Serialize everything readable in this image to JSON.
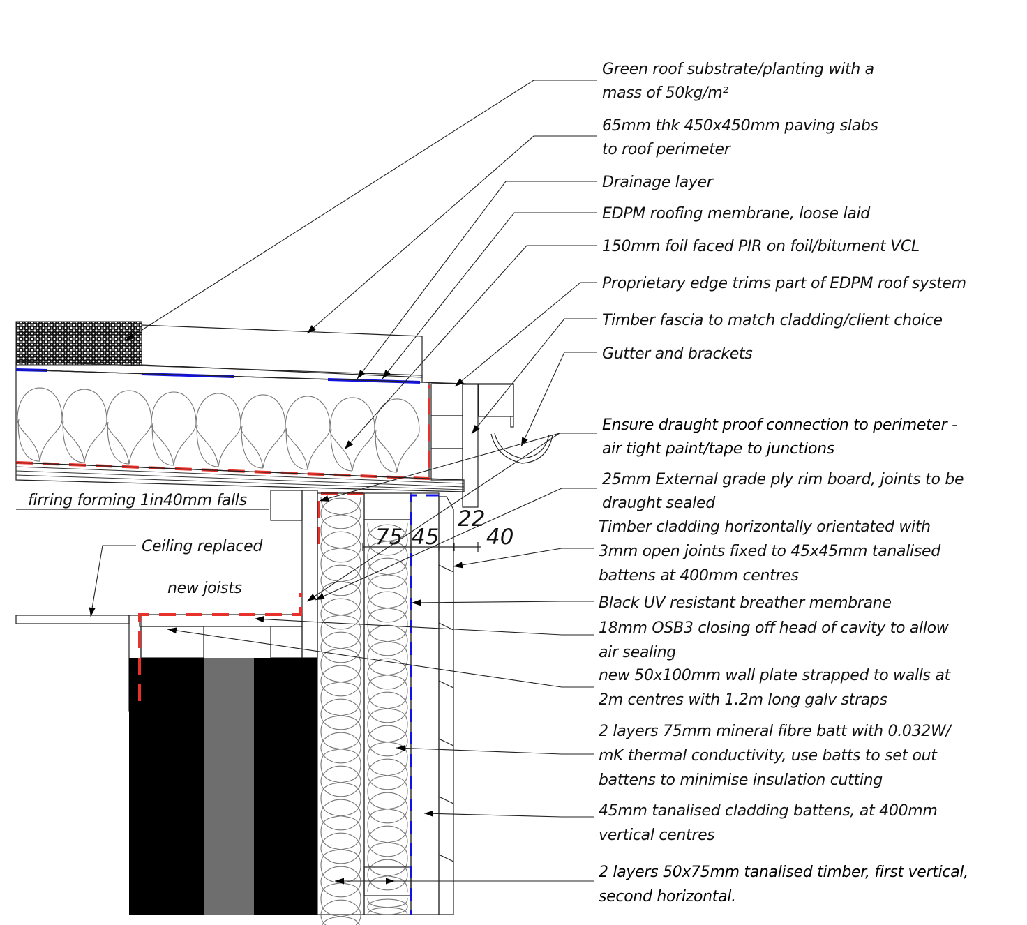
{
  "drawing": {
    "title": "Green roof eaves / wall junction section detail",
    "colors": {
      "airtight_line": "#e8312a",
      "membrane_line": "#1212e6",
      "masonry_dark": "#000000",
      "masonry_cavity": "#6e6e6e",
      "linework": "#222222"
    },
    "annotations": [
      {
        "id": "green-roof",
        "lines": [
          "Green roof substrate/planting with a",
          "mass of 50kg/m²"
        ]
      },
      {
        "id": "paving-slabs",
        "lines": [
          "65mm thk 450x450mm paving slabs",
          "to roof perimeter"
        ]
      },
      {
        "id": "drainage-layer",
        "lines": [
          "Drainage layer"
        ]
      },
      {
        "id": "edpm-membrane",
        "lines": [
          "EDPM roofing membrane, loose laid"
        ]
      },
      {
        "id": "pir-insulation",
        "lines": [
          "150mm foil faced PIR on foil/bitument VCL"
        ]
      },
      {
        "id": "edge-trims",
        "lines": [
          "Proprietary edge trims part of EDPM roof system"
        ]
      },
      {
        "id": "timber-fascia",
        "lines": [
          "Timber fascia to match cladding/client choice"
        ]
      },
      {
        "id": "gutter",
        "lines": [
          "Gutter and brackets"
        ]
      },
      {
        "id": "draught-proof",
        "lines": [
          "Ensure draught proof connection  to perimeter -",
          "air tight paint/tape to junctions"
        ]
      },
      {
        "id": "rim-board",
        "lines": [
          "25mm External grade ply rim board, joints to be",
          "draught sealed"
        ]
      },
      {
        "id": "timber-cladding",
        "lines": [
          "Timber cladding horizontally orientated with",
          "3mm open joints fixed to 45x45mm tanalised",
          "battens at 400mm centres"
        ]
      },
      {
        "id": "breather-membrane",
        "lines": [
          "Black UV resistant breather membrane"
        ]
      },
      {
        "id": "osb-closer",
        "lines": [
          "18mm OSB3 closing off head of cavity to allow",
          "air sealing"
        ]
      },
      {
        "id": "wall-plate",
        "lines": [
          "new 50x100mm wall plate strapped to walls at",
          "2m centres with 1.2m long galv straps"
        ]
      },
      {
        "id": "mineral-fibre",
        "lines": [
          "2 layers 75mm mineral fibre batt with 0.032W/",
          "mK thermal conductivity, use batts to set out",
          "battens to minimise insulation cutting"
        ]
      },
      {
        "id": "cladding-battens",
        "lines": [
          "45mm tanalised cladding battens, at 400mm",
          "vertical centres"
        ]
      },
      {
        "id": "timber-layers",
        "lines": [
          "2 layers 50x75mm tanalised timber, first vertical,",
          "second horizontal."
        ]
      }
    ],
    "left_notes": {
      "firrings": "firring forming 1in40mm falls",
      "ceiling": "Ceiling replaced",
      "joists": "new joists"
    },
    "dimensions": {
      "insulation_mm": "75",
      "batten_mm": "45",
      "fascia_mm": "22",
      "cladding_mm": "40"
    }
  }
}
